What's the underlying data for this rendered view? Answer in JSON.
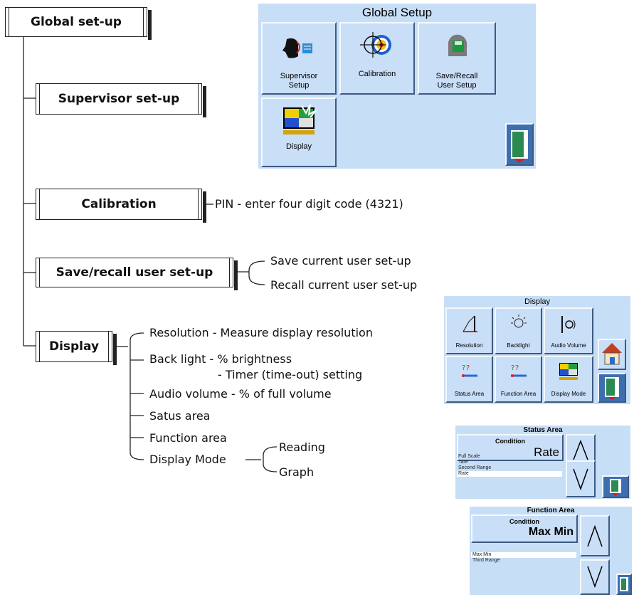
{
  "tree": {
    "root": "Global set-up",
    "supervisor": "Supervisor set-up",
    "calibration": "Calibration",
    "calibration_note": "PIN - enter four digit code (4321)",
    "save_recall": "Save/recall user set-up",
    "save_items": [
      "Save current user set-up",
      "Recall current user set-up"
    ],
    "display": "Display",
    "display_items": [
      "Resolution - Measure display resolution",
      "Back light  - % brightness",
      "- Timer (time-out) setting",
      "Audio volume - % of full volume",
      "Satus area",
      "Function area",
      "Display Mode"
    ],
    "display_mode_items": [
      "Reading",
      "Graph"
    ]
  },
  "global_setup": {
    "title": "Global Setup",
    "buttons": [
      "Supervisor\nSetup",
      "Calibration",
      "Save/Recall\nUser Setup",
      "Display"
    ]
  },
  "display_screen": {
    "title": "Display",
    "buttons": [
      "Resolution",
      "Backlight",
      "Audio Volume",
      "Status Area",
      "Function Area",
      "Display Mode"
    ]
  },
  "status_area": {
    "title": "Status Area",
    "condition_label": "Condition",
    "condition_value": "Rate",
    "options": [
      "Full Scale",
      "Tare",
      "Second Range",
      "Rate"
    ],
    "selected": "Rate"
  },
  "function_area": {
    "title": "Function Area",
    "condition_label": "Condition",
    "condition_value": "Max Min",
    "options": [
      "Max Min",
      "Third Range"
    ],
    "selected": "Max Min"
  }
}
